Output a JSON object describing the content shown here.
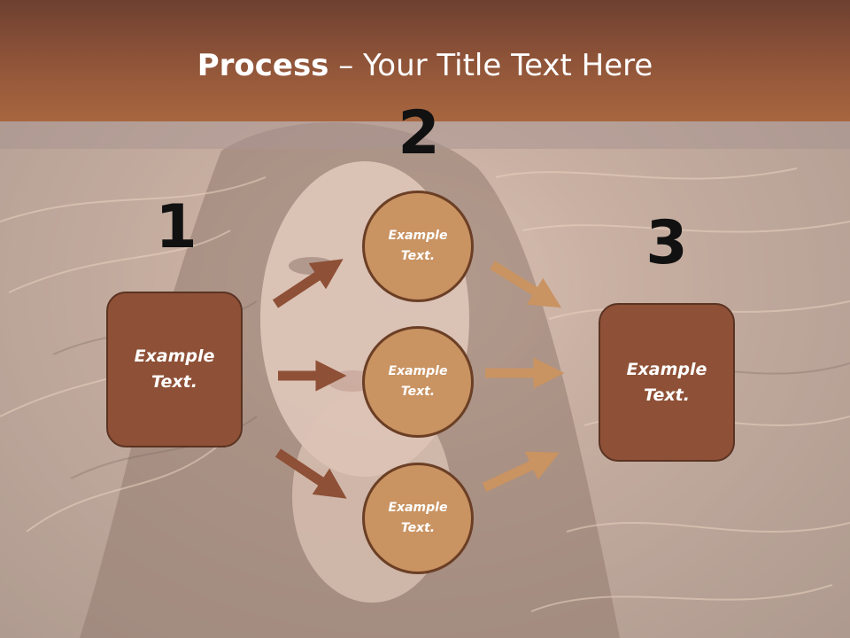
{
  "title": {
    "bold": "Process",
    "rest": " – Your Title Text Here"
  },
  "steps": [
    {
      "number": "1",
      "text": "Example\nText."
    },
    {
      "number": "2",
      "text": "Example\nText."
    },
    {
      "number": "3",
      "text": "Example\nText."
    }
  ],
  "circles": [
    {
      "text": "Example\nText."
    },
    {
      "text": "Example\nText."
    },
    {
      "text": "Example\nText."
    }
  ],
  "colors": {
    "header_band": "#8c5238",
    "box_fill": "#8e5036",
    "circle_fill": "#c99362",
    "arrow_dark": "#8e5036",
    "arrow_light": "#c99362"
  }
}
